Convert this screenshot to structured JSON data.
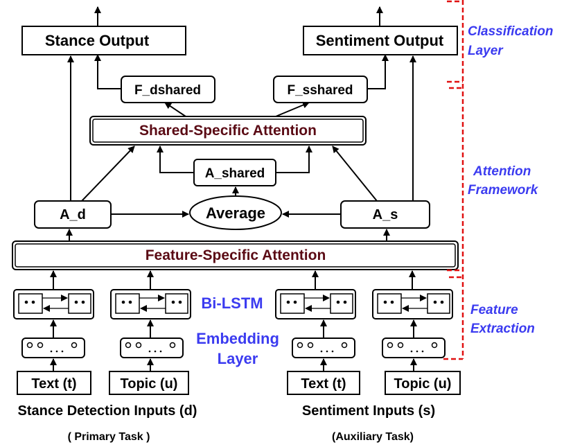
{
  "outputs": {
    "stance": "Stance Output",
    "sentiment": "Sentiment Output"
  },
  "shared_features": {
    "f_dshared": "F_dshared",
    "f_sshared": "F_sshared"
  },
  "attention": {
    "shared_specific": "Shared-Specific Attention",
    "feature_specific": "Feature-Specific Attention",
    "a_shared": "A_shared",
    "a_d": "A_d",
    "a_s": "A_s",
    "average": "Average"
  },
  "modules": {
    "bilstm": "Bi-LSTM",
    "embedding_line1": "Embedding",
    "embedding_line2": "Layer"
  },
  "inputs": {
    "text_d": "Text (t)",
    "topic_d": "Topic (u)",
    "text_s": "Text (t)",
    "topic_s": "Topic (u)",
    "stance_title": "Stance Detection Inputs (d)",
    "stance_subtitle": "( Primary Task )",
    "sentiment_title": "Sentiment Inputs (s)",
    "sentiment_subtitle": "(Auxiliary Task)"
  },
  "layers": {
    "classification_line1": "Classification",
    "classification_line2": "Layer",
    "attention_line1": "Attention",
    "attention_line2": "Framework",
    "feature_line1": "Feature",
    "feature_line2": "Extraction"
  },
  "colors": {
    "maroon": "#5a0a14",
    "blue": "#3b3bf0",
    "bracket_red": "#e01010"
  }
}
